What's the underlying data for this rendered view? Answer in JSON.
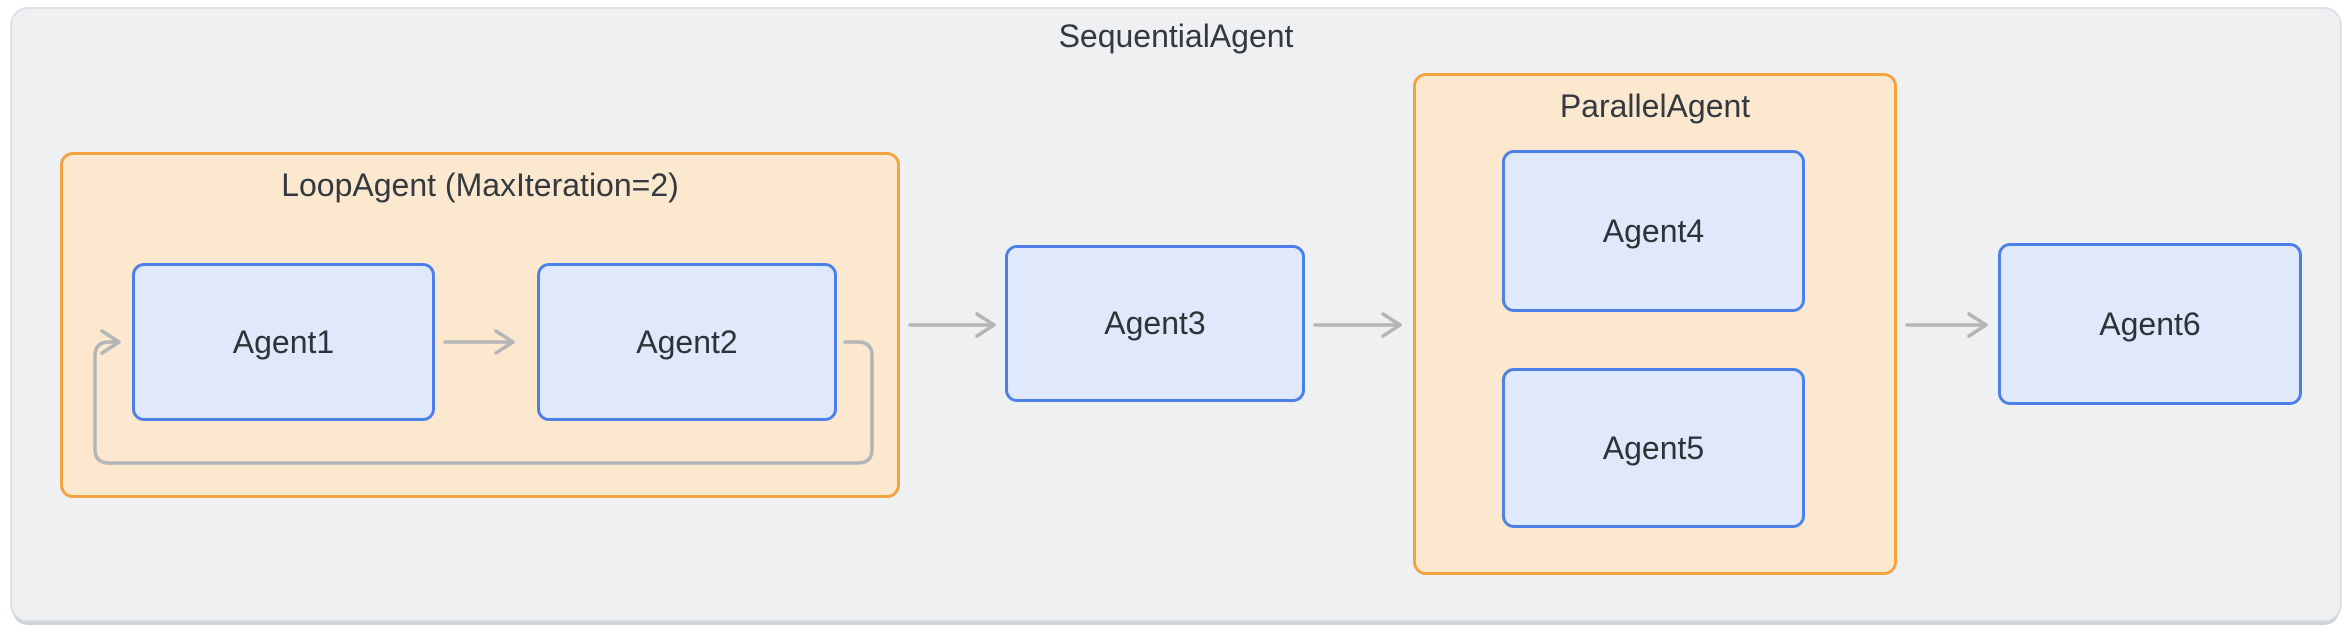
{
  "diagram": {
    "title": "SequentialAgent",
    "groups": {
      "loop": {
        "title": "LoopAgent (MaxIteration=2)"
      },
      "parallel": {
        "title": "ParallelAgent"
      }
    },
    "nodes": {
      "agent1": {
        "label": "Agent1"
      },
      "agent2": {
        "label": "Agent2"
      },
      "agent3": {
        "label": "Agent3"
      },
      "agent4": {
        "label": "Agent4"
      },
      "agent5": {
        "label": "Agent5"
      },
      "agent6": {
        "label": "Agent6"
      }
    },
    "edges": [
      {
        "name": "agent1-to-agent2"
      },
      {
        "name": "agent2-loopback-to-agent1"
      },
      {
        "name": "loopagent-to-agent3"
      },
      {
        "name": "agent3-to-parallelagent"
      },
      {
        "name": "parallelagent-to-agent6"
      }
    ],
    "colors": {
      "canvas_fill": "#eef0f2",
      "canvas_border": "#dcdfe3",
      "canvas_edge": "#ced3d9",
      "orange_border": "#f2a440",
      "orange_fill": "#fbe8ce",
      "blue_border": "#4c80e8",
      "blue_fill": "#e0e8fb",
      "arrow": "#b3b5b7",
      "text": "#2e3338",
      "title_text": "#34393f"
    }
  }
}
